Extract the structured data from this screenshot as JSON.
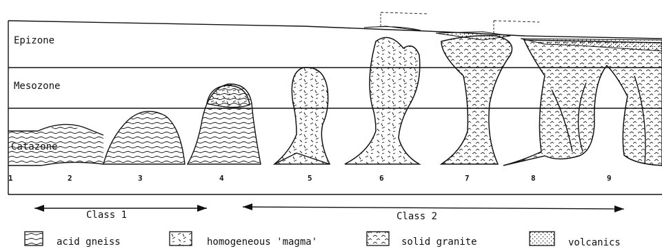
{
  "zones": {
    "epizone": "Epizone",
    "mesozone": "Mesozone",
    "catazone": "Catazone"
  },
  "stages": [
    "1",
    "2",
    "3",
    "4",
    "5",
    "6",
    "7",
    "8",
    "9"
  ],
  "classes": {
    "class1": "Class 1",
    "class2": "Class 2"
  },
  "legend": [
    {
      "label": "acid gneiss",
      "icon": "gneiss-icon"
    },
    {
      "label": "homogeneous 'magma'",
      "icon": "magma-icon"
    },
    {
      "label": "solid granite",
      "icon": "granite-icon"
    },
    {
      "label": "volcanics",
      "icon": "volcanics-icon"
    }
  ]
}
